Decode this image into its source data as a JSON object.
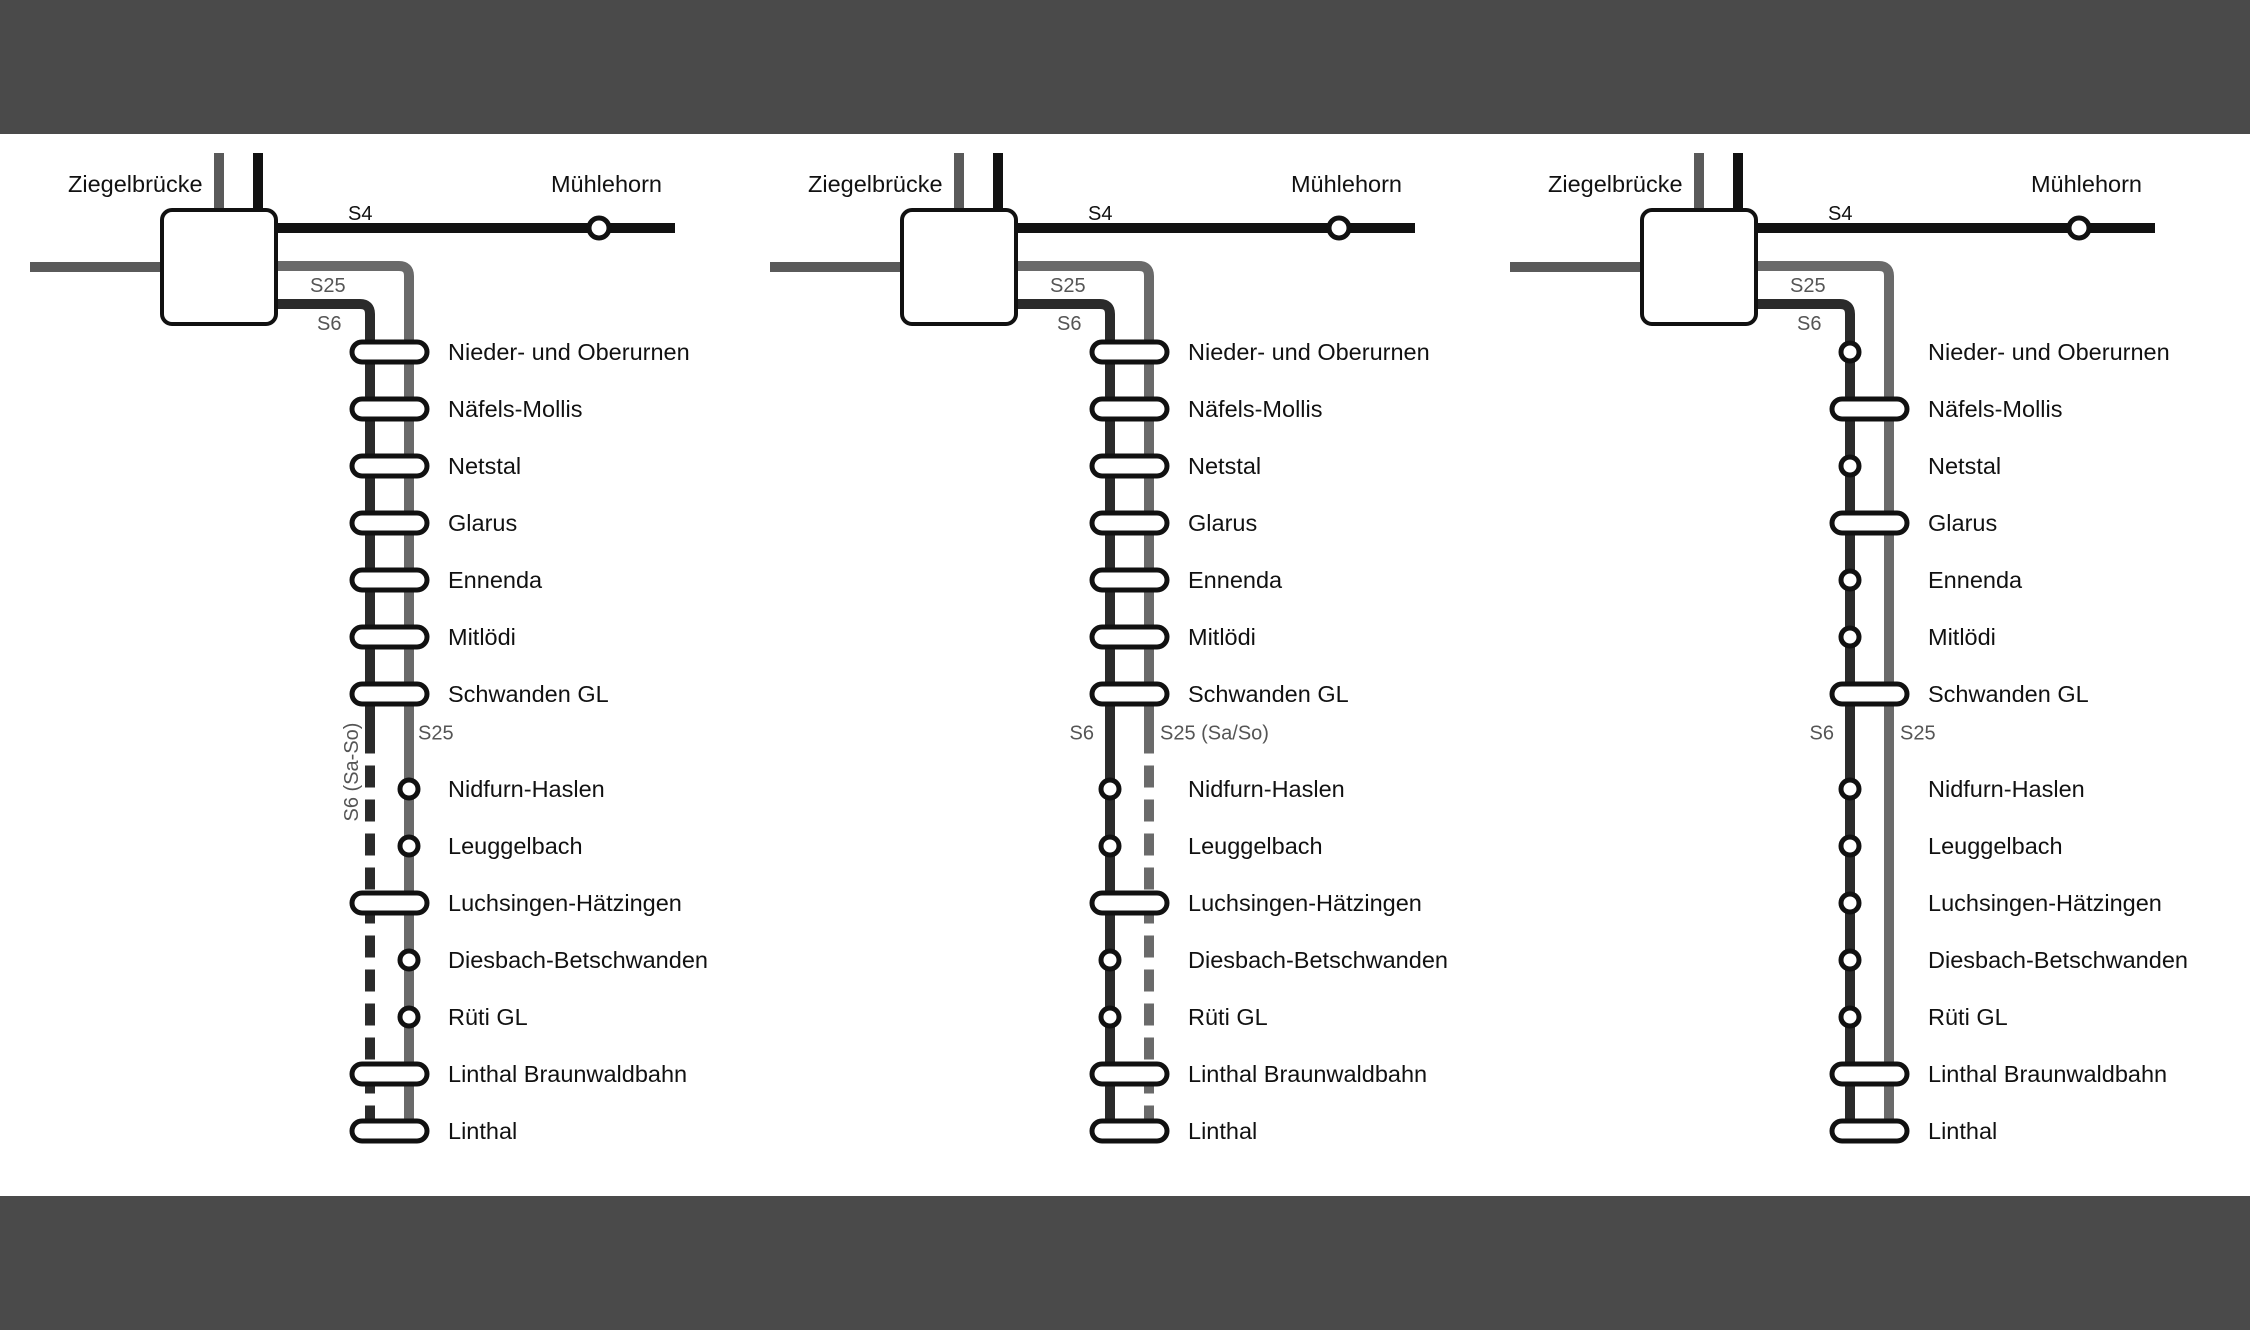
{
  "colors": {
    "band": "#4a4a4a",
    "background": "#ffffff",
    "s6_line": "#2b2b2b",
    "s25_line": "#6a6a6a",
    "s4_line": "#111111",
    "feeder_line": "#5a5a5a",
    "station_fill": "#ffffff",
    "station_stroke": "#111111"
  },
  "panels": [
    {
      "id": "variant-1",
      "terminal_left": "Ziegelbrücke",
      "terminal_right": "Mühlehorn",
      "labels": {
        "s4": "S4",
        "s25_top": "S25",
        "s6_top": "S6",
        "s25_branch": "S25",
        "s6_branch": "S6 (Sa-So)"
      },
      "branch_label_style": "vertical-s6",
      "s6_dashed_after_split": true,
      "s25_dashed_after_split": false,
      "stations": [
        {
          "name": "Nieder- und Oberurnen",
          "stop": "both"
        },
        {
          "name": "Näfels-Mollis",
          "stop": "both"
        },
        {
          "name": "Netstal",
          "stop": "both"
        },
        {
          "name": "Glarus",
          "stop": "both"
        },
        {
          "name": "Ennenda",
          "stop": "both"
        },
        {
          "name": "Mitlödi",
          "stop": "both"
        },
        {
          "name": "Schwanden GL",
          "stop": "both"
        },
        {
          "name": "Nidfurn-Haslen",
          "stop": "s25"
        },
        {
          "name": "Leuggelbach",
          "stop": "s25"
        },
        {
          "name": "Luchsingen-Hätzingen",
          "stop": "both"
        },
        {
          "name": "Diesbach-Betschwanden",
          "stop": "s25"
        },
        {
          "name": "Rüti GL",
          "stop": "s25"
        },
        {
          "name": "Linthal Braunwaldbahn",
          "stop": "both"
        },
        {
          "name": "Linthal",
          "stop": "both"
        }
      ]
    },
    {
      "id": "variant-2",
      "terminal_left": "Ziegelbrücke",
      "terminal_right": "Mühlehorn",
      "labels": {
        "s4": "S4",
        "s25_top": "S25",
        "s6_top": "S6",
        "s25_branch": "S25 (Sa/So)",
        "s6_branch": "S6"
      },
      "branch_label_style": "horizontal",
      "s6_dashed_after_split": false,
      "s25_dashed_after_split": true,
      "stations": [
        {
          "name": "Nieder- und Oberurnen",
          "stop": "both"
        },
        {
          "name": "Näfels-Mollis",
          "stop": "both"
        },
        {
          "name": "Netstal",
          "stop": "both"
        },
        {
          "name": "Glarus",
          "stop": "both"
        },
        {
          "name": "Ennenda",
          "stop": "both"
        },
        {
          "name": "Mitlödi",
          "stop": "both"
        },
        {
          "name": "Schwanden GL",
          "stop": "both"
        },
        {
          "name": "Nidfurn-Haslen",
          "stop": "s6"
        },
        {
          "name": "Leuggelbach",
          "stop": "s6"
        },
        {
          "name": "Luchsingen-Hätzingen",
          "stop": "both"
        },
        {
          "name": "Diesbach-Betschwanden",
          "stop": "s6"
        },
        {
          "name": "Rüti GL",
          "stop": "s6"
        },
        {
          "name": "Linthal Braunwaldbahn",
          "stop": "both"
        },
        {
          "name": "Linthal",
          "stop": "both"
        }
      ]
    },
    {
      "id": "variant-3",
      "terminal_left": "Ziegelbrücke",
      "terminal_right": "Mühlehorn",
      "labels": {
        "s4": "S4",
        "s25_top": "S25",
        "s6_top": "S6",
        "s25_branch": "S25",
        "s6_branch": "S6"
      },
      "branch_label_style": "horizontal",
      "s6_dashed_after_split": false,
      "s25_dashed_after_split": false,
      "stations": [
        {
          "name": "Nieder- und Oberurnen",
          "stop": "s6"
        },
        {
          "name": "Näfels-Mollis",
          "stop": "both"
        },
        {
          "name": "Netstal",
          "stop": "s6"
        },
        {
          "name": "Glarus",
          "stop": "both"
        },
        {
          "name": "Ennenda",
          "stop": "s6"
        },
        {
          "name": "Mitlödi",
          "stop": "s6"
        },
        {
          "name": "Schwanden GL",
          "stop": "both"
        },
        {
          "name": "Nidfurn-Haslen",
          "stop": "s6"
        },
        {
          "name": "Leuggelbach",
          "stop": "s6"
        },
        {
          "name": "Luchsingen-Hätzingen",
          "stop": "s6"
        },
        {
          "name": "Diesbach-Betschwanden",
          "stop": "s6"
        },
        {
          "name": "Rüti GL",
          "stop": "s6"
        },
        {
          "name": "Linthal Braunwaldbahn",
          "stop": "both"
        },
        {
          "name": "Linthal",
          "stop": "both"
        }
      ]
    }
  ]
}
